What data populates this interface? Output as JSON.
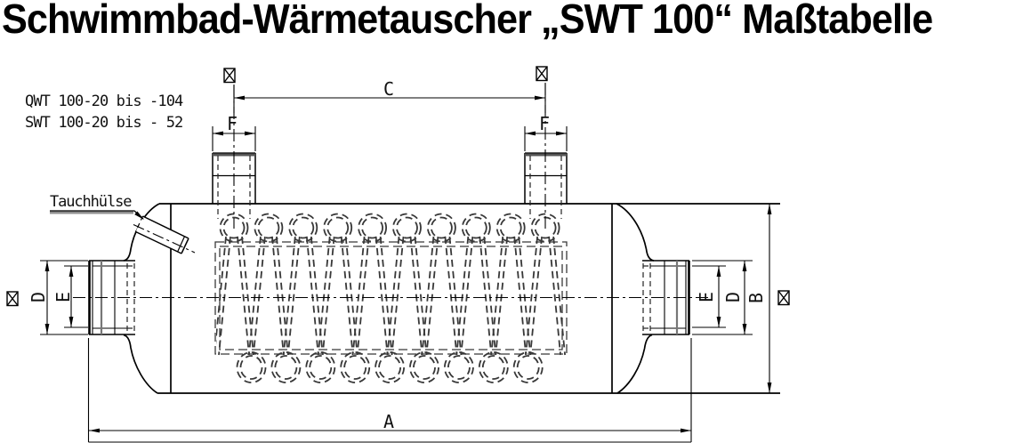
{
  "title": "Schwimmbad-Wärmetauscher „SWT 100“ Maßtabelle",
  "notes": {
    "line1": "QWT 100-20 bis -104",
    "line2": "SWT 100-20 bis - 52"
  },
  "drawing": {
    "tauchhuelse_label": "Tauchhülse",
    "dims": {
      "a": "A",
      "b": "B",
      "c": "C",
      "d": "D",
      "e": "E",
      "f": "F"
    }
  },
  "colors": {
    "line": "#000000",
    "hidden_line": "#383838",
    "leader_underline": "#8f8f8f",
    "background": "#ffffff"
  }
}
